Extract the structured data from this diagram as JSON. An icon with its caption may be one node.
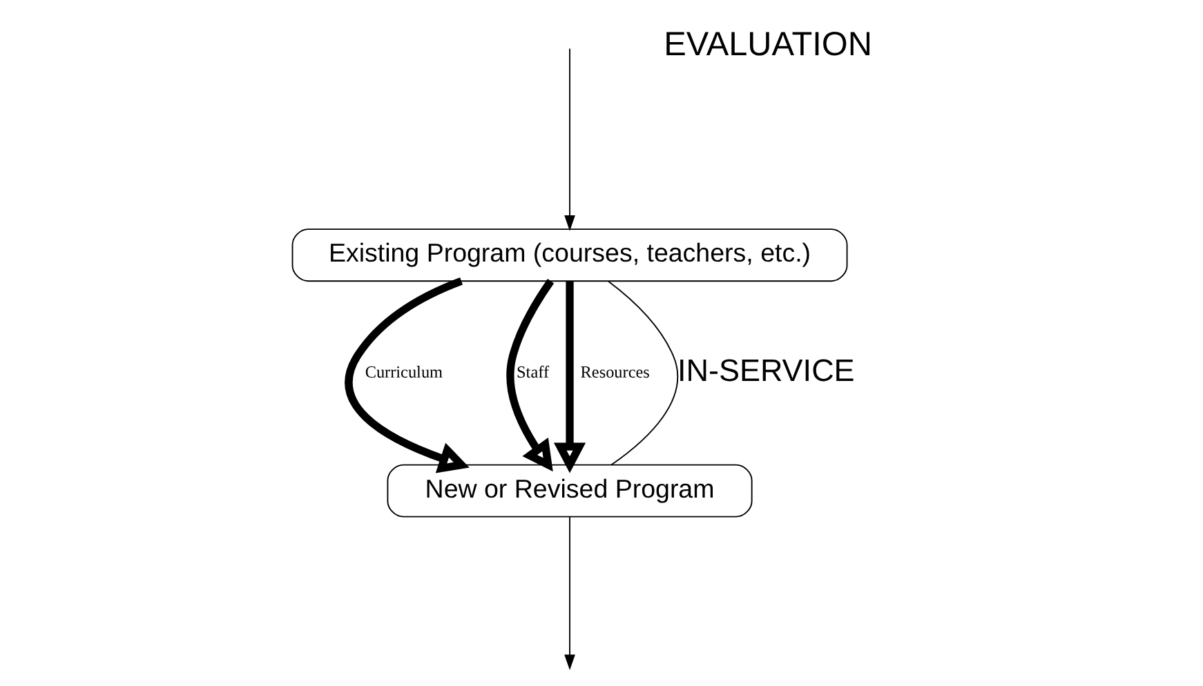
{
  "diagram": {
    "nodes": [
      {
        "text": [
          "Existing Program (courses, teachers, etc.)"
        ]
      },
      {
        "text": [
          "New or Revised Program"
        ]
      }
    ],
    "edges": [
      {
        "from": 0,
        "to": 1,
        "arrow": "to",
        "label": "Curriculum",
        "style": "thick"
      },
      {
        "from": 0,
        "to": 1,
        "arrow": "to",
        "label": "Staff",
        "style": "thick"
      },
      {
        "from": 0,
        "to": 1,
        "arrow": "to",
        "label": "Resources",
        "style": "thick"
      },
      {
        "from": 0,
        "to": 1,
        "arrow": "none",
        "label": "IN-SERVICE"
      },
      {
        "from": 1,
        "to": null,
        "arrow": "to"
      },
      {
        "from": null,
        "to": 0,
        "arrow": "to"
      }
    ],
    "labels": [
      "EVALUATION"
    ]
  }
}
